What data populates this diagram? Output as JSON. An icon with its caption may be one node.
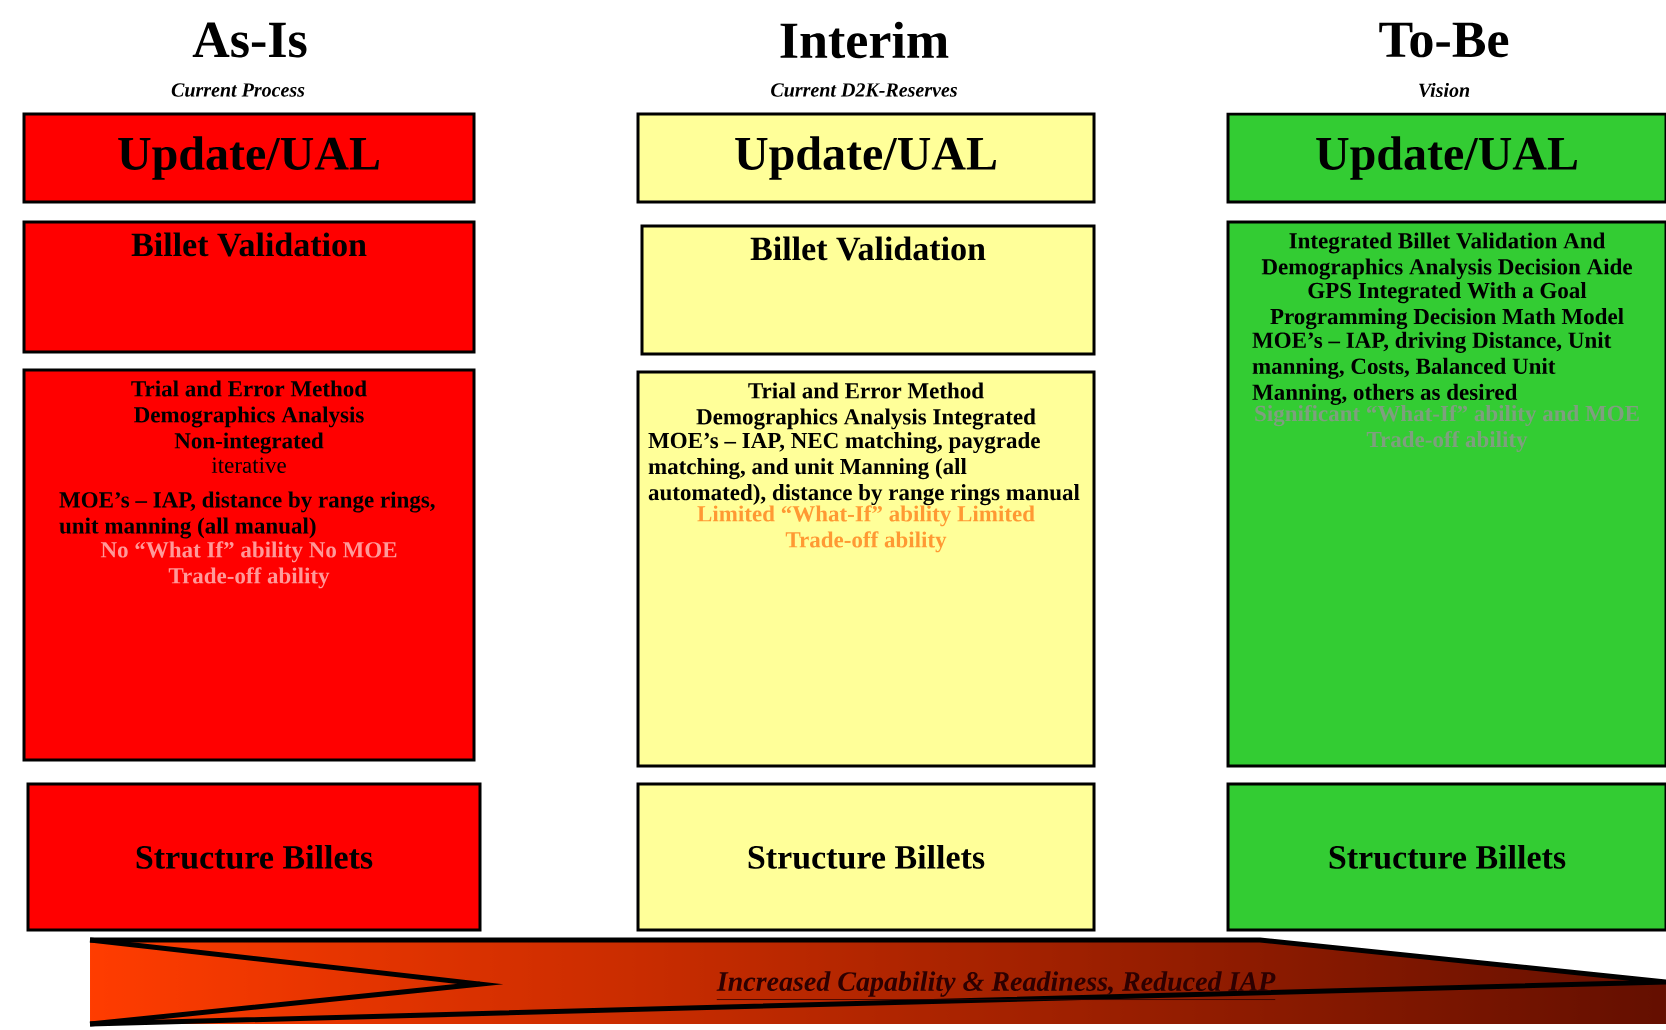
{
  "diagram": {
    "nodes": [
      {
        "text": [
          "Update/UAL"
        ]
      },
      {
        "text": [
          "Billet Validation"
        ]
      },
      {
        "text": [
          "Trial and Error Method Demographics Analysis Non-integrated",
          "iterative",
          "MOE’s – IAP, distance by range rings, unit manning (all manual)",
          "No “What If” ability No MOE Trade-off ability"
        ]
      },
      {
        "text": [
          "Structure Billets"
        ]
      },
      {
        "text": [
          "Update/UAL"
        ]
      },
      {
        "text": [
          "Billet Validation"
        ]
      },
      {
        "text": [
          "Trial and Error Method Demographics Analysis Integrated",
          "MOE’s – IAP, NEC matching, paygrade matching, and unit Manning (all automated), distance by range rings manual",
          "Limited “What-If” ability Limited Trade-off ability"
        ]
      },
      {
        "text": [
          "Structure Billets"
        ]
      },
      {
        "text": [
          "Update/UAL"
        ]
      },
      {
        "text": [
          "Integrated Billet Validation And Demographics Analysis Decision Aide",
          "GPS Integrated With a Goal Programming Decision Math Model",
          "MOE’s – IAP, driving Distance, Unit manning, Costs, Balanced Unit Manning, others as desired",
          "Significant “What-If” ability and MOE Trade-off ability"
        ]
      },
      {
        "text": [
          "Structure Billets"
        ]
      },
      {
        "text": [
          "Increased Capability & Readiness, Reduced IAP"
        ]
      }
    ],
    "labels": [
      "As-Is",
      "Current Process",
      "Interim",
      "Current D2K-Reserves",
      "To-Be",
      "Vision"
    ]
  }
}
